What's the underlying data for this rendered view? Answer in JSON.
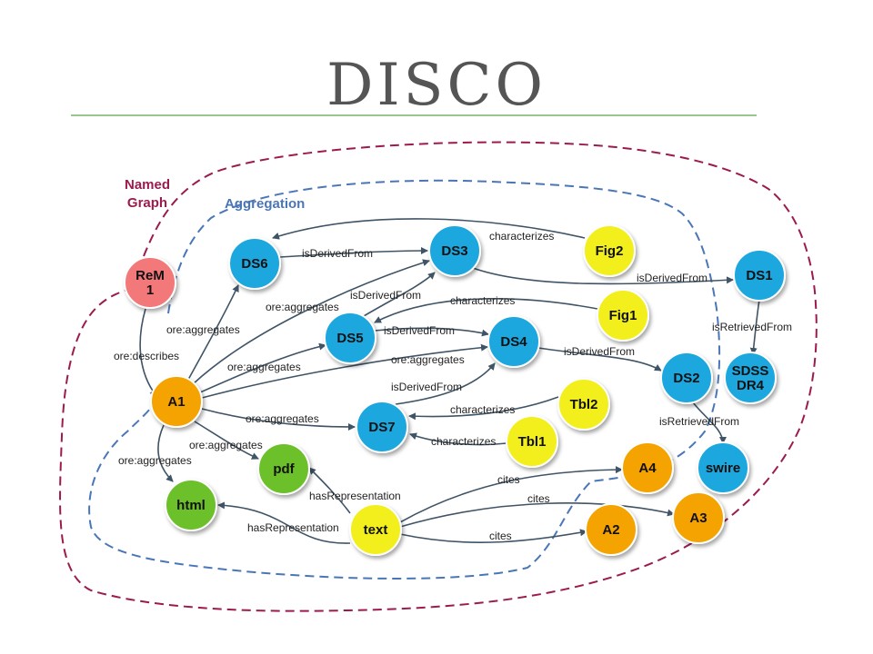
{
  "title": "DISCO",
  "regions": {
    "named_graph": "Named\nGraph",
    "aggregation": "Aggregation"
  },
  "colors": {
    "title": "#555555",
    "rule": "#77b366",
    "named_graph": "#9b1b4f",
    "aggregation": "#4a76b8",
    "rem_node": "#f2787a",
    "aggregation_node": "#f5a300",
    "dataset_node": "#1aa7df",
    "figure_table_node": "#f2ef1c",
    "representation_node": "#6cc02c",
    "edge": "#3f5466"
  },
  "nodes": [
    {
      "id": "rem1",
      "label": "ReM\n1",
      "kind": "rem_node"
    },
    {
      "id": "a1",
      "label": "A1",
      "kind": "aggregation_node"
    },
    {
      "id": "ds6",
      "label": "DS6",
      "kind": "dataset_node"
    },
    {
      "id": "ds3",
      "label": "DS3",
      "kind": "dataset_node"
    },
    {
      "id": "fig2",
      "label": "Fig2",
      "kind": "figure_table_node"
    },
    {
      "id": "ds1",
      "label": "DS1",
      "kind": "dataset_node"
    },
    {
      "id": "fig1",
      "label": "Fig1",
      "kind": "figure_table_node"
    },
    {
      "id": "ds5",
      "label": "DS5",
      "kind": "dataset_node"
    },
    {
      "id": "ds4",
      "label": "DS4",
      "kind": "dataset_node"
    },
    {
      "id": "ds2",
      "label": "DS2",
      "kind": "dataset_node"
    },
    {
      "id": "sdss",
      "label": "SDSS\nDR4",
      "kind": "dataset_node"
    },
    {
      "id": "tbl2",
      "label": "Tbl2",
      "kind": "figure_table_node"
    },
    {
      "id": "ds7",
      "label": "DS7",
      "kind": "dataset_node"
    },
    {
      "id": "tbl1",
      "label": "Tbl1",
      "kind": "figure_table_node"
    },
    {
      "id": "pdf",
      "label": "pdf",
      "kind": "representation_node"
    },
    {
      "id": "html",
      "label": "html",
      "kind": "representation_node"
    },
    {
      "id": "text",
      "label": "text",
      "kind": "figure_table_node"
    },
    {
      "id": "a4",
      "label": "A4",
      "kind": "aggregation_node"
    },
    {
      "id": "swire",
      "label": "swire",
      "kind": "dataset_node"
    },
    {
      "id": "a3",
      "label": "A3",
      "kind": "aggregation_node"
    },
    {
      "id": "a2",
      "label": "A2",
      "kind": "aggregation_node"
    }
  ],
  "edges": [
    {
      "id": "rem1-a1",
      "label": "ore:describes"
    },
    {
      "id": "a1-ds6",
      "label": "ore:aggregates"
    },
    {
      "id": "a1-ds3",
      "label": "ore:aggregates"
    },
    {
      "id": "a1-ds5",
      "label": "ore:aggregates"
    },
    {
      "id": "a1-ds4",
      "label": "ore:aggregates"
    },
    {
      "id": "a1-ds7",
      "label": "ore:aggregates"
    },
    {
      "id": "a1-pdf",
      "label": "ore:aggregates"
    },
    {
      "id": "a1-html",
      "label": "ore:aggregates"
    },
    {
      "id": "ds6-ds3",
      "label": "isDerivedFrom"
    },
    {
      "id": "fig2-ds6",
      "label": "characterizes"
    },
    {
      "id": "ds3-ds1",
      "label": "isDerivedFrom"
    },
    {
      "id": "ds5-ds3",
      "label": "isDerivedFrom"
    },
    {
      "id": "fig1-ds5",
      "label": "characterizes"
    },
    {
      "id": "ds5-ds4",
      "label": "isDerivedFrom"
    },
    {
      "id": "ds4-ds2",
      "label": "isDerivedFrom"
    },
    {
      "id": "ds1-sdss",
      "label": "isRetrievedFrom"
    },
    {
      "id": "ds2-swire",
      "label": "isRetrievedFrom"
    },
    {
      "id": "ds7-ds4",
      "label": "isDerivedFrom"
    },
    {
      "id": "tbl2-ds7",
      "label": "characterizes"
    },
    {
      "id": "tbl1-ds7",
      "label": "characterizes"
    },
    {
      "id": "text-pdf",
      "label": "hasRepresentation"
    },
    {
      "id": "text-html",
      "label": "hasRepresentation"
    },
    {
      "id": "text-a4",
      "label": "cites"
    },
    {
      "id": "text-a3",
      "label": "cites"
    },
    {
      "id": "text-a2",
      "label": "cites"
    }
  ]
}
